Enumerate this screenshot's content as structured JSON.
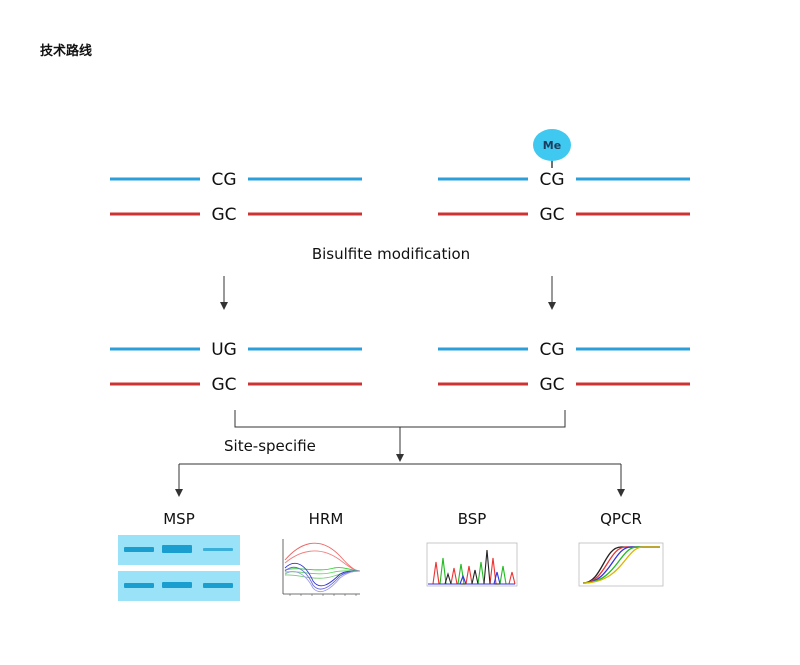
{
  "title": "技术路线",
  "colors": {
    "strand_top": "#2a9fd9",
    "strand_bottom": "#cc3333",
    "methyl": "#3fc8f0",
    "gel_bg": "#99e2f7",
    "gel_band": "#1a9ecf"
  },
  "top": {
    "left": {
      "top_strand": "CG",
      "bottom_strand": "GC"
    },
    "right": {
      "top_strand": "CG",
      "bottom_strand": "GC",
      "methyl_label": "Me"
    }
  },
  "conversion_label": "Bisulfite modification",
  "converted": {
    "left": {
      "top_strand": "UG",
      "bottom_strand": "GC"
    },
    "right": {
      "top_strand": "CG",
      "bottom_strand": "GC"
    }
  },
  "analysis_label": "Site-specifie",
  "methods": [
    {
      "label": "MSP",
      "thumbnail": "gel-image"
    },
    {
      "label": "HRM",
      "thumbnail": "melt-curve-plot"
    },
    {
      "label": "BSP",
      "thumbnail": "sequencing-chromatogram"
    },
    {
      "label": "QPCR",
      "thumbnail": "amplification-curve-plot"
    }
  ]
}
